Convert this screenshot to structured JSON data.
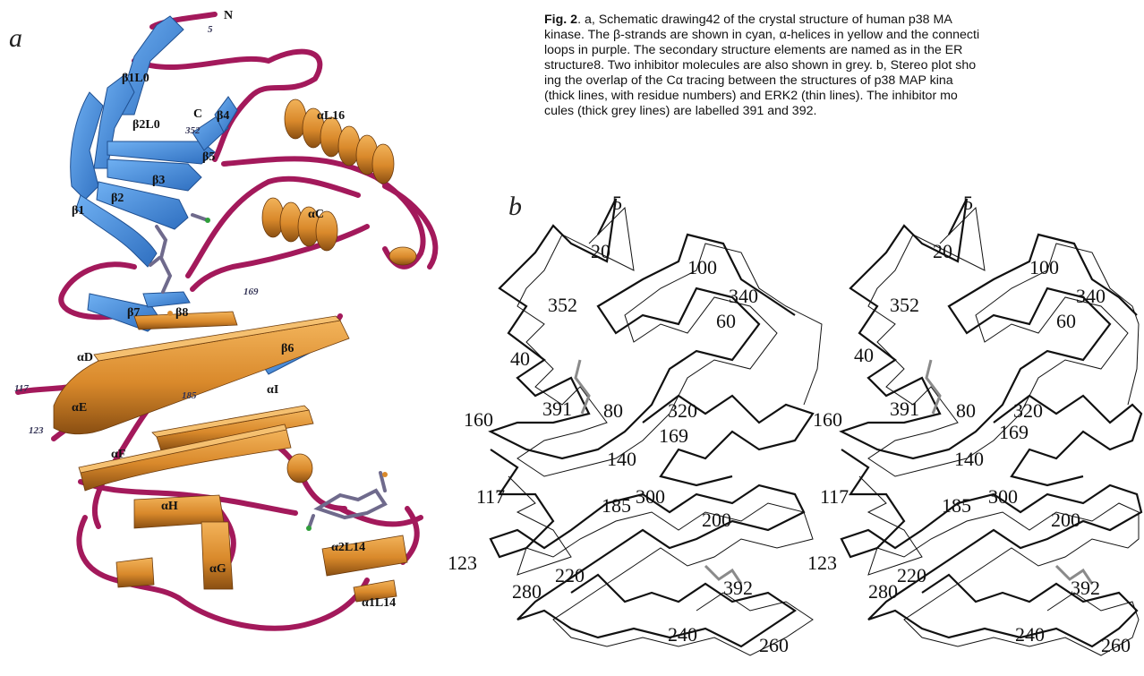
{
  "figure": {
    "panel_a_label": "a",
    "panel_b_label": "b",
    "caption": {
      "fig_label": "Fig. 2",
      "lines": [
        ". a, Schematic drawing42 of the crystal structure of human p38 MA",
        "kinase. The β-strands are shown in cyan, α-helices in yellow and the connecti",
        "loops in purple. The secondary structure elements are named as in the ER",
        "structure8. Two inhibitor molecules are also shown in grey. b, Stereo plot sho",
        "ing the overlap of the Cα tracing between the structures of p38 MAP kina",
        "(thick lines, with residue numbers) and ERK2 (thin lines). The inhibitor mo",
        "cules (thick grey lines) are labelled 391 and 392."
      ]
    },
    "ribbon_labels": {
      "n_term": "N",
      "n_num": "5",
      "c_term": "C",
      "c_num": "352",
      "b1l0": "β1L0",
      "b2l0": "β2L0",
      "b4": "β4",
      "b5": "β5",
      "b3": "β3",
      "b2": "β2",
      "b1": "β1",
      "b7": "β7",
      "b8": "β8",
      "b6": "β6",
      "al16": "αL16",
      "ac": "αC",
      "ad": "αD",
      "ae": "αE",
      "af": "αF",
      "ah": "αH",
      "ag": "αG",
      "ai": "αI",
      "a2l14": "α2L14",
      "a1l14": "α1L14",
      "n169": "169",
      "n117": "117",
      "n185": "185",
      "n123": "123"
    },
    "stereo_labels": [
      "5",
      "20",
      "100",
      "340",
      "352",
      "60",
      "40",
      "160",
      "391",
      "80",
      "320",
      "169",
      "140",
      "117",
      "185",
      "300",
      "200",
      "123",
      "220",
      "280",
      "392",
      "240",
      "260"
    ]
  },
  "colors": {
    "strand": "#3f86d8",
    "helix": "#d9892b",
    "loop": "#a3195b",
    "inhibitor": "#6f6a8c"
  }
}
